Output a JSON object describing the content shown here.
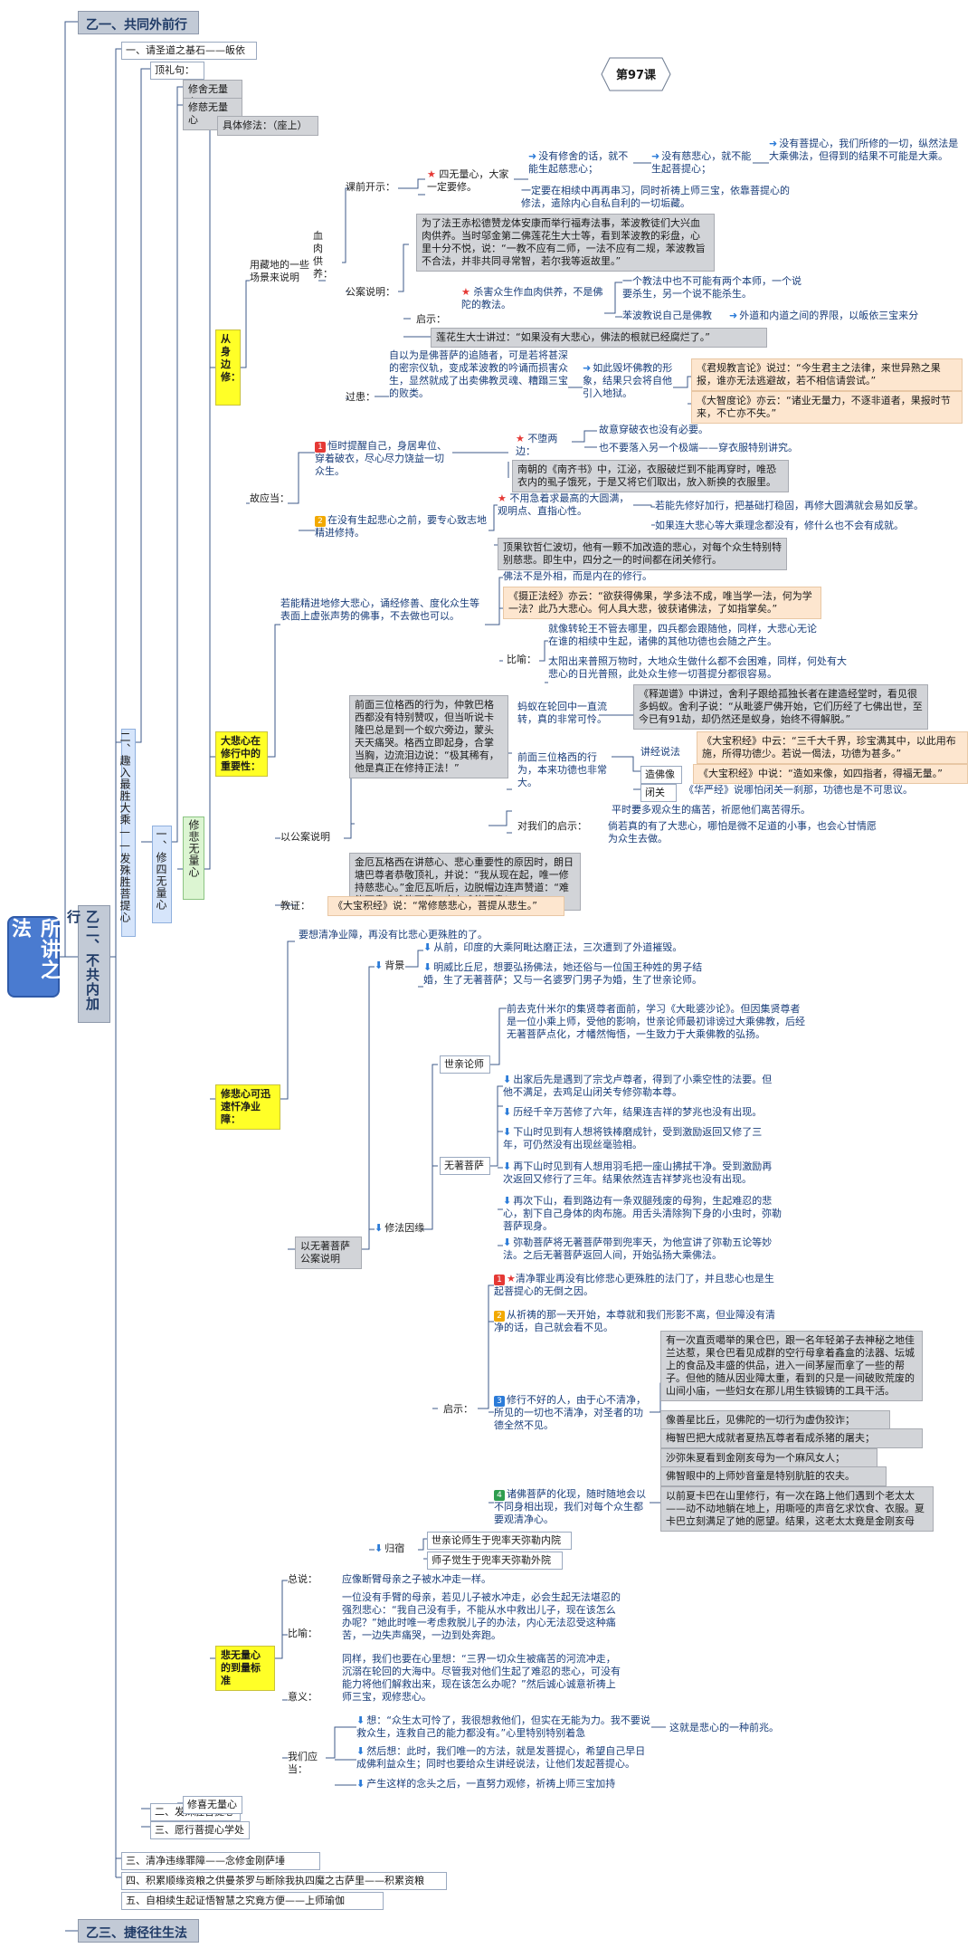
{
  "root": "所讲之法",
  "l1_top": "乙一、共同外前行",
  "l1_mid": "乙二、不共内加行",
  "l1_bot": "乙三、捷径往生法",
  "lesson": "第97课",
  "s1": "一、请圣道之基石——皈依",
  "s2": "二、趣入最胜大乘——发殊胜菩提心",
  "s3": "三、清净违缘罪障——念修金刚萨埵",
  "s4": "四、积累顺缘资粮之供曼茶罗与断除我执四魔之古萨里——积累资粮",
  "s5": "五、自相续生起证悟智慧之究竟方便——上师瑜伽",
  "t1": "顶礼句：",
  "t2": "一、修四无量心",
  "t3": "二、发殊胜菩提心",
  "t4": "三、愿行菩提心学处",
  "q1": "修舍无量心",
  "q2": "修慈无量心",
  "q3": "修悲无量心",
  "q4": "修喜无量心",
  "method": "具体修法：（座上）",
  "y1": "从身边修：",
  "y2": "大悲心在修行中的重要性：",
  "y3": "修悲心可迅速忏净业障：",
  "y4": "悲无量心的到量标准",
  "b_examples": "用藏地的一些场景来说明",
  "b_blood": "血肉供养：",
  "b_before": "课前开示：",
  "b_star1": "四无量心，大家一定要修。",
  "b_noshe": "没有修舍的话，就不能生起慈悲心；",
  "b_nocisi": "没有慈悲心，就不能生起菩提心；",
  "b_nobodhi": "没有菩提心，我们所修的一切，纵然法是大乘佛法，但得到的结果不可能是大乘。",
  "b_relatives": "一定要在相续中再再串习，同时祈祷上师三宝，依靠菩提心的修法，遣除内心自私自利的一切垢藏。",
  "b_story": "为了法王赤松德赞龙体安康而举行福寿法事，苯波教徒们大兴血肉供养。当时邬金第二佛莲花生大士等，看到苯波教的彩盘，心里十分不悦，说：“一教不应有二师，一法不应有二规，苯波教旨不合法，并非共同寻常智，若尔我等返故里。”",
  "b_publicstory": "公案说明：",
  "b_inspire": "启示：",
  "b_star2": "杀害众生作血肉供养，不是佛陀的教法。",
  "b_oneteach": "一个教法中也不可能有两个本师，一个说要杀生，另一个说不能杀生。",
  "b_bon": "苯波教说自己是佛教",
  "b_outside": "外道和内道之间的界限，以皈依三宝来分",
  "b_lotus": "莲花生大士讲过：“如果没有大悲心，佛法的根就已经腐烂了。”",
  "b_past": "过患：",
  "b_pasttext": "自以为是佛菩萨的追随者，可是若将甚深的密宗仪轨，变成苯波教的吟诵而损害众生，显然就成了出卖佛教灵魂、糟蹋三宝的败类。",
  "b_narrow": "如此毁坏佛教的形象，结果只会将自他引入地狱。",
  "b_quote1": "《君规教言论》说过：“今生君主之法律，来世异熟之果报，谁亦无法逃避故，若不相信请尝试。”",
  "b_quote2": "《大智度论》亦云：“诸业无量力，不逐非道者，果报时节来，不亡亦不失。”",
  "b_therefore": "故应当：",
  "b_n1": "恒时提醒自己，身居卑位、穿着破衣，尽心尽力饶益一切众生。",
  "b_star3": "不堕两边：",
  "b_forget": "故意穿破衣也没有必要。",
  "b_nobetter": "也不要落入另一个极端——穿衣服特别讲究。",
  "b_nanhuai": "南朝的《南齐书》中，江泌，衣服破烂到不能再穿时，唯恐衣内的虱子饿死，于是又将它们取出，放入新换的衣服里。",
  "b_n2": "在没有生起悲心之前，要专心致志地精进修持。",
  "b_star4": "不用急着求最高的大圆满，观明点、直指心性。",
  "b_ifgood": "若能先修好加行，把基础打稳固，再修大圆满就会易如反掌。",
  "b_ifmore": "如果连大悲心等大乘理念都没有，修什么也不会有成就。",
  "b_tibet": "顶果钦哲仁波切，他有一颗不加改造的悲心，对每个众生特别特别慈悲。即生中，四分之一的时间都在闭关修行。",
  "b_diligent": "若能精进地修大悲心，诵经修善、度化众生等表面上虚张声势的佛事，不去做也可以。",
  "b_buddha": "佛法不是外相，而是内在的修行。",
  "b_treasure": "《摄正法经》亦云：“欲获得佛果，学多法不成，唯当学一法，何为学一法？此乃大悲心。何人具大悲，彼获诸佛法，了如指掌矣。”",
  "b_compare": "比喻：",
  "b_wheel": "就像转轮王不管去哪里，四兵都会跟随他，同样，大悲心无论在谁的相续中生起，诸佛的其他功德也会随之产生。",
  "b_sun": "太阳出来普照万物时，大地众生做什么都不会困难，同样，何处有大悲心的日光普照，此处众生修一切菩提分都很容易。",
  "b_bypublic": "以公案说明",
  "b_sanbai": "前面三位格西的行为，仲敦巴格西都没有特别赞叹，但当听说卡隆巴总是到一个蚁穴旁边，蒙头天天痛哭。格西立即起身，合掌当胸，边流泪边说：“极其稀有，他是真正在修持正法！”",
  "b_ant": "蚂蚁在轮回中一直流转，真的非常可怜。",
  "b_shiji": "《释迦谱》中讲过，舍利子跟给孤独长者在建造经堂时，看见很多蚂蚁。舍利子说：“从毗婆尸佛开始，它们历经了七佛出世，至今已有91劫，却仍然还是蚁身，始终不得解脱。”",
  "b_three": "前面三位格西的行为，本来功德也非常大。",
  "b_talk": "讲经说法",
  "b_baoji": "《大宝积经》中云：“三千大千界，珍宝满其中，以此用布施，所得功德少。若说一偈法，功德为甚多。”",
  "b_build": "造佛像",
  "b_baojiB": "《大宝积经》中说：“造如来像，如四指者，得福无量。”",
  "b_close": "闭关",
  "b_huayan": "《华严经》说哪怕闭关一刹那，功德也是不可思议。",
  "b_our": "对我们的启示：",
  "b_ordinary": "平时要多观众生的痛苦，祈愿他们离苦得乐。",
  "b_tiny": "倘若真的有了大悲心，哪怕是微不足道的小事，也会心甘情愿为众生去做。",
  "b_jindun": "金厄瓦格西在讲慈心、悲心重要性的原因时，朗日塘巴尊者恭敬顶礼，并说：“我从现在起，唯一修持慈悲心。”金厄瓦听后，边脱帽边连声赞道：“难能可贵、难能可贵，实在难能可贵！”",
  "b_teaching": "教证：",
  "b_baojiC": "《大宝积经》说：“常修慈悲心，菩提从悲生。”",
  "c_want": "要想清净业障，再没有比悲心更殊胜的了。",
  "c_bg": "背景",
  "c_india": "从前，印度的大乘阿毗达磨正法，三次遭到了外道摧毁。",
  "c_ming": "明威比丘尼，想要弘扬佛法，她还俗与一位国王种姓的男子结婚，生了无著菩萨；又与一名婆罗门男子为婚，生了世亲论师。",
  "c_wuzhu": "以无著菩萨公案说明",
  "c_shiqin": "世亲论师",
  "c_shiqintext": "前去克什米尔的集贤尊者面前，学习《大毗婆沙论》。但因集贤尊者是一位小乘上师，受他的影响，世亲论师最初诽谤过大乘佛教，后经无著菩萨点化，才幡然悔悟，一生致力于大乘佛教的弘扬。",
  "c_cause": "修法因缘",
  "c_wuzhuB": "无著菩萨",
  "c_w1": "出家后先是遇到了宗戈卢尊者，得到了小乘空性的法要。但他不满足，去鸡足山闭关专修弥勒本尊。",
  "c_w2": "历经千辛万苦修了六年，结果连吉祥的梦兆也没有出现。",
  "c_w3": "下山时见到有人想将铁棒磨成针，受到激励返回又修了三年，可仍然没有出现丝毫验相。",
  "c_w4": "再下山时见到有人想用羽毛把一座山拂拭干净。受到激励再次返回又修行了三年。结果依然连吉祥梦兆也没有出现。",
  "c_w5": "再次下山，看到路边有一条双腿残废的母狗，生起难忍的悲心，割下自己身体的肉布施。用舌头清除狗下身的小虫时，弥勒菩萨现身。",
  "c_w6": "弥勒菩萨将无著菩萨带到兜率天，为他宣讲了弥勒五论等妙法。之后无著菩萨返回人间，开始弘扬大乘佛法。",
  "c_insp": "启示：",
  "c_i1": "清净罪业再没有比修悲心更殊胜的法门了，并且悲心也是生起菩提心的无倒之因。",
  "c_i2": "从祈祷的那一天开始，本尊就和我们形影不离，但业障没有清净的话，自己就会看不见。",
  "c_i3": "修行不好的人，由于心不清净，所见的一切也不清净，对圣者的功德全然不见。",
  "c_story1": "有一次直贡噶举的果仓巴，跟一名年轻弟子去神秘之地佳兰达惹，果仓巴看见成群的空行母拿着鑫盒的法器、坛城上的食品及丰盛的供品，进入一间茅屋而拿了一些的帮子。但他的随从因业障太重，看到的只是一间破败荒废的山间小庙，一些妇女在那儿用生铁锻铸的工具干活。",
  "c_story2": "像善星比丘，见佛陀的一切行为虚伪狡诈；",
  "c_story3": "梅智巴把大成就者夏热瓦尊者看成杀猪的屠夫；",
  "c_story4": "沙弥朱夏看到金刚亥母为一个麻风女人；",
  "c_story5": "佛智眼中的上师妙音童是特别肮脏的农夫。",
  "c_i4": "诸佛菩萨的化现，随时随地会以不同身相出现，我们对每个众生都要观清净心。",
  "c_story6": "以前夏卡巴在山里修行，有一次在路上他们遇到个老太太——动不动地躺在地上，用嘶哑的声音乞求饮食、衣服。夏卡巴立刻满足了她的愿望。结果，这老太太竟是金刚亥母",
  "c_return": "归宿",
  "c_sq": "世亲论师生于兜率天弥勒内院",
  "c_sz": "师子觉生于兜率天弥勒外院",
  "d_summary": "总说：",
  "d_summtext": "应像断臂母亲之子被水冲走一样。",
  "d_compare": "比喻：",
  "d_comptext": "一位没有手臂的母亲，若见儿子被水冲走，必会生起无法堪忍的强烈悲心：“我自己没有手，不能从水中救出儿子，现在该怎么办呢？”她此时唯一考虑救脱儿子的办法，内心无法忍受这种痛苦，一边失声痛哭，一边到处奔跑。",
  "d_meaning": "意义：",
  "d_meantext": "同样，我们也要在心里想：“三界一切众生被痛苦的河流冲走，沉溺在轮回的大海中。尽管我对他们生起了难忍的悲心，可没有能力将他们解救出来，现在该怎么办呢？”然后诚心诚意祈祷上师三宝，观修悲心。",
  "d_should": "我们应当：",
  "d_x1": "想：“众生太可怜了，我很想救他们，但实在无能为力。我不要说救众生，连救自己的能力都没有。”心里特别特别着急",
  "d_x1b": "这就是悲心的一种前兆。",
  "d_x2": "然后想：此时，我们唯一的方法，就是发菩提心，希望自己早日成佛利益众生；同时也要给众生讲经说法，让他们发起菩提心。",
  "d_x3": "产生这样的念头之后，一直努力观修，祈祷上师三宝加持",
  "icons": {
    "star": "star-icon",
    "arrow": "arrow-icon",
    "num1": "number-1-icon",
    "num2": "number-2-icon",
    "num3": "number-3-icon",
    "num4": "number-4-icon"
  },
  "colors": {
    "yellow": "#ffff27",
    "peach": "#fde6cf",
    "gray": "#d2d4d8",
    "green": "#dcf5d2",
    "lightblue": "#d6e5fb",
    "root": "#4a7bd0",
    "line": "#3c5a8a"
  }
}
